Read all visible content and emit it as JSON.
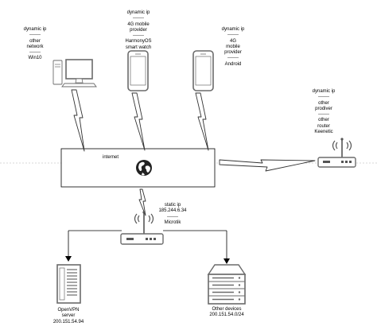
{
  "nodes": {
    "win10_pc": {
      "label": "dynamic ip\n-------\nother\nnetwork\n-------\nWin10"
    },
    "harmony_watch": {
      "label": "dynamic ip\n-------\n4G mobile\nprovider\n-------\nHarmonyOS\nsmart watch"
    },
    "android_phone": {
      "label": "dynamic ip\n-------\n4G\nmobile\nprovider\n-------\nAndroid"
    },
    "keenetic_router": {
      "label": "dynamic ip\n-------\nother\nprodiver\n-------\nother\nrouter\nKeenetic"
    },
    "internet": {
      "label": "internet"
    },
    "mikrotik_router": {
      "label": "static ip\n185.244.6.34\n-------\nMicrotik"
    },
    "openvpn_server": {
      "label": "OpenVPN\nserver\n200.151.54.94"
    },
    "other_devices": {
      "label": "Other devices\n200.151.54.0/24"
    }
  },
  "colors": {
    "stroke": "#000000",
    "icon_fill": "#ffffff",
    "icon_stroke": "#6b6b6b",
    "icon_dark": "#555555",
    "bolt_fill": "#ffffff",
    "bolt_stroke": "#333333",
    "guide": "#b0b0b0"
  }
}
